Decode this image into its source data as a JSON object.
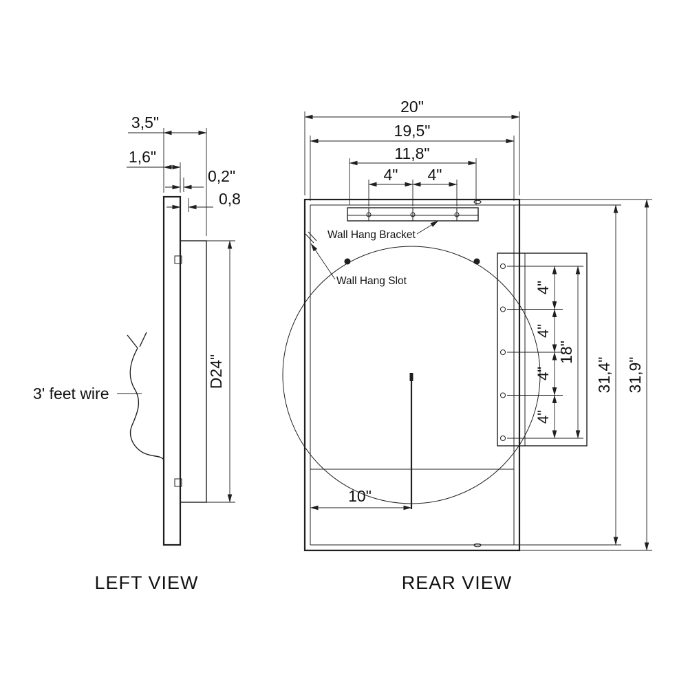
{
  "colors": {
    "line": "#1f1f1f",
    "background": "#ffffff"
  },
  "left_view": {
    "title": "LEFT VIEW",
    "wire_label": "3' feet wire",
    "dims": {
      "total_depth": "3,5\"",
      "frame_depth": "1,6\"",
      "gap": "0,2\"",
      "bracket_offset": "0,8",
      "mirror_height": "D24\""
    }
  },
  "rear_view": {
    "title": "REAR VIEW",
    "labels": {
      "wall_hang_bracket": "Wall Hang Bracket",
      "wall_hang_slot": "Wall Hang Slot"
    },
    "dims": {
      "outer_width": "20\"",
      "inner_width": "19,5\"",
      "bracket_span": "11,8\"",
      "bracket_hole_left": "4\"",
      "bracket_hole_right": "4\"",
      "side_gap_1": "4\"",
      "side_gap_2": "4\"",
      "side_gap_3": "4\"",
      "side_gap_4": "4\"",
      "side_span": "18\"",
      "inner_height": "31,4\"",
      "outer_height": "31,9\"",
      "wire_offset": "10\""
    }
  }
}
